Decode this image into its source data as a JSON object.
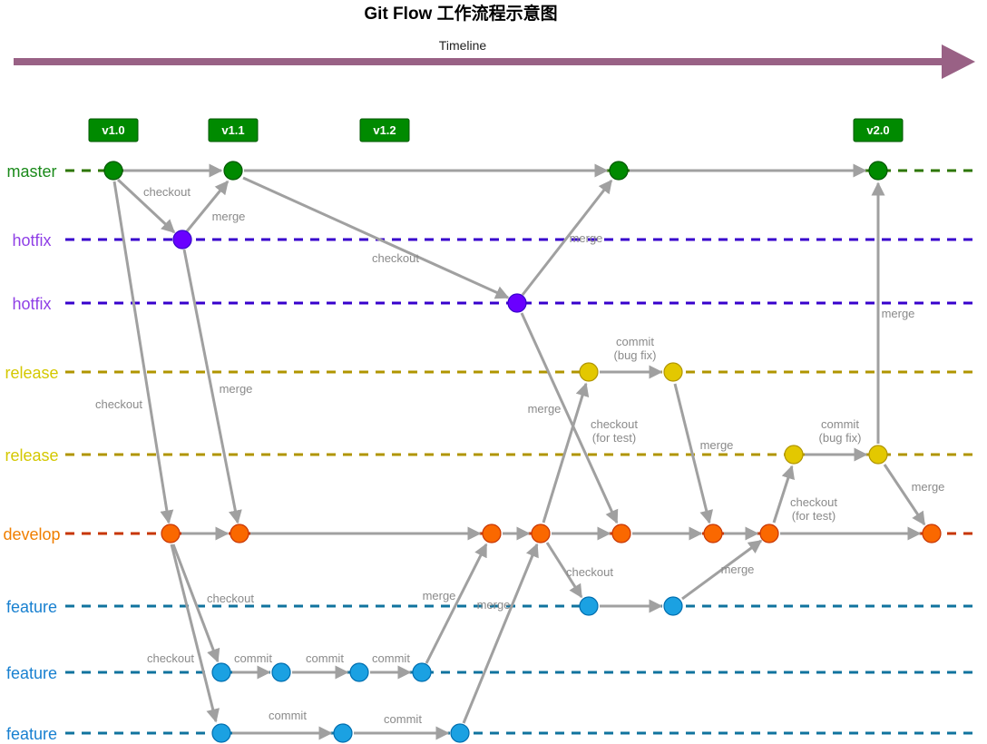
{
  "title": "Git Flow 工作流程示意图",
  "timeline_label": "Timeline",
  "colors": {
    "timeline": "#996185",
    "edge": "#a0a0a0",
    "edge_label": "#8a8a8a",
    "tag_fill": "#008a00",
    "tag_stroke": "#005700"
  },
  "lanes": [
    {
      "id": "master",
      "label": "master",
      "color": "#1a8a1a",
      "line": "#2d7600",
      "node": "#008a00"
    },
    {
      "id": "hotfix1",
      "label": "hotfix",
      "color": "#8f3fe6",
      "line": "#3700cc",
      "node": "#6a00ff"
    },
    {
      "id": "hotfix2",
      "label": "hotfix",
      "color": "#8f3fe6",
      "line": "#3700cc",
      "node": "#6a00ff"
    },
    {
      "id": "release1",
      "label": "release",
      "color": "#d4c800",
      "line": "#b09500",
      "node": "#e3c800"
    },
    {
      "id": "release2",
      "label": "release",
      "color": "#d4c800",
      "line": "#b09500",
      "node": "#e3c800"
    },
    {
      "id": "develop",
      "label": "develop",
      "color": "#f07f00",
      "line": "#c73500",
      "node": "#fa6800"
    },
    {
      "id": "feature1",
      "label": "feature",
      "color": "#1880d0",
      "line": "#10739e",
      "node": "#1ba1e2"
    },
    {
      "id": "feature2",
      "label": "feature",
      "color": "#1880d0",
      "line": "#10739e",
      "node": "#1ba1e2"
    },
    {
      "id": "feature3",
      "label": "feature",
      "color": "#1880d0",
      "line": "#10739e",
      "node": "#1ba1e2"
    }
  ],
  "tags": [
    "v1.0",
    "v1.1",
    "v1.2",
    "v2.0"
  ],
  "edge_labels": [
    "checkout",
    "merge",
    "checkout",
    "merge",
    "checkout",
    "merge",
    "commit\n(bug fix)",
    "merge",
    "checkout\n(for test)",
    "merge",
    "commit\n(bug fix)",
    "merge",
    "checkout\n(for test)",
    "merge",
    "checkout",
    "merge",
    "checkout",
    "checkout",
    "merge",
    "commit",
    "commit",
    "commit",
    "commit",
    "commit"
  ]
}
